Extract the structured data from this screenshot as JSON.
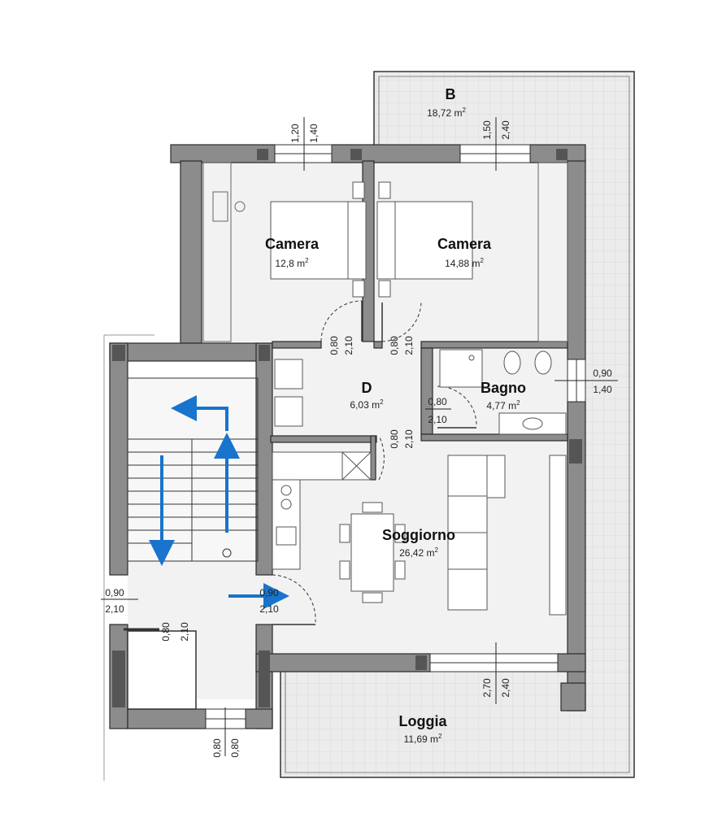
{
  "rooms": {
    "balcony_b": {
      "name": "B",
      "area": "18,72 m",
      "unit": "2"
    },
    "camera_1": {
      "name": "Camera",
      "area": "12,8 m",
      "unit": "2"
    },
    "camera_2": {
      "name": "Camera",
      "area": "14,88 m",
      "unit": "2"
    },
    "disimpegno": {
      "name": "D",
      "area": "6,03 m",
      "unit": "2"
    },
    "bagno": {
      "name": "Bagno",
      "area": "4,77 m",
      "unit": "2"
    },
    "soggiorno": {
      "name": "Soggiorno",
      "area": "26,42 m",
      "unit": "2"
    },
    "loggia": {
      "name": "Loggia",
      "area": "11,69 m",
      "unit": "2"
    }
  },
  "dimensions": {
    "win_camera1_w": "1,20",
    "win_camera1_h": "1,40",
    "win_camera2_w": "1,50",
    "win_camera2_h": "2,40",
    "door_camera1_w": "0,80",
    "door_camera1_h": "2,10",
    "door_camera2_w": "0,80",
    "door_camera2_h": "2,10",
    "door_bagno_w": "0,80",
    "door_bagno_h": "2,10",
    "door_soggiorno_w": "0,80",
    "door_soggiorno_h": "2,10",
    "win_bagno_w": "0,90",
    "win_bagno_h": "1,40",
    "entry_left_w": "0,90",
    "entry_left_h": "2,10",
    "entry_main_w": "0,90",
    "entry_main_h": "2,10",
    "lift_w": "0,80",
    "lift_h": "2,10",
    "win_loggia_w": "2,70",
    "win_loggia_h": "2,40",
    "win_bottom_w": "0,80",
    "win_bottom_h": "0,80"
  },
  "colors": {
    "wall_fill": "#8c8c8c",
    "wall_stroke": "#2a2a2a",
    "floor": "#f2f2f2",
    "outdoor": "#eaeaea",
    "arrow": "#1874cd"
  }
}
